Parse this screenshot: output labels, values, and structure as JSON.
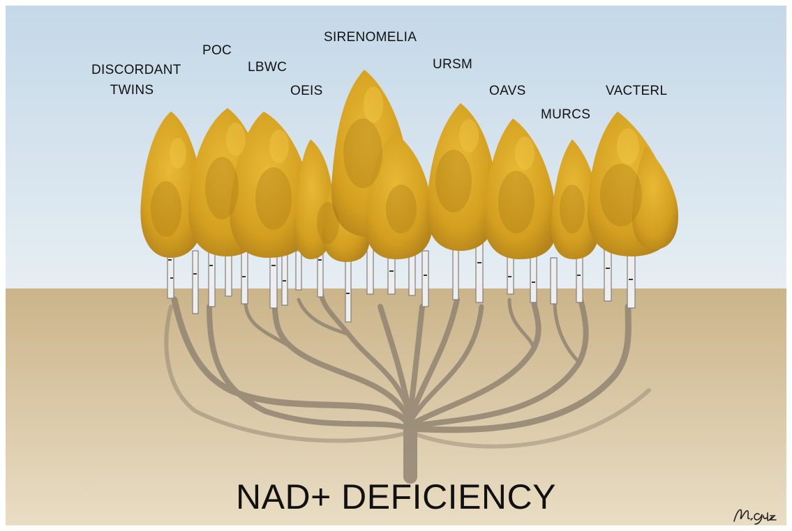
{
  "labels": {
    "discordant_twins": "DISCORDANT\nTWINS",
    "poc": "POC",
    "lbwc": "LBWC",
    "oeis": "OEIS",
    "sirenomelia": "SIRENOMELIA",
    "ursm": "URSM",
    "oavs": "OAVS",
    "murcs": "MURCS",
    "vacterl": "VACTERL"
  },
  "title": "NAD+ DEFICIENCY",
  "signature": "M. Gutz",
  "colors": {
    "sky_top": "#c4d8e8",
    "sky_bottom": "#e4edf3",
    "ground_top": "#cdb68c",
    "ground_bottom": "#e8dcc2",
    "foliage": "#d9a623",
    "foliage_dark": "#b7861a",
    "roots": "#8f8270",
    "trunk": "#eeeeee"
  }
}
